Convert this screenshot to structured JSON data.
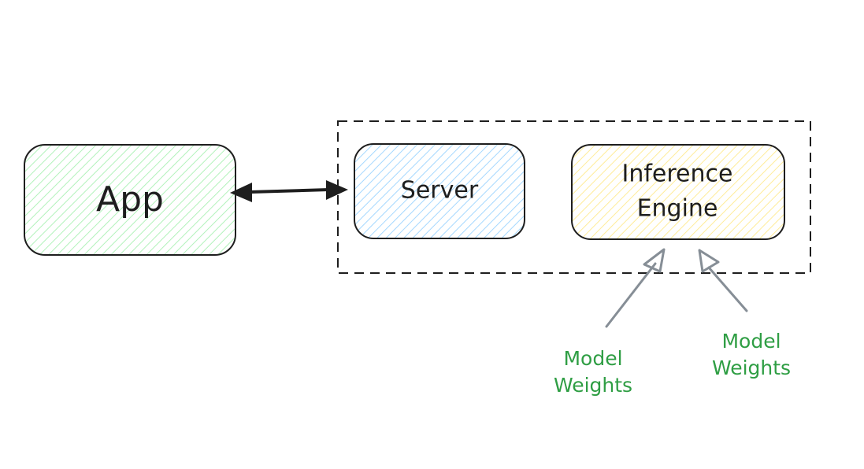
{
  "diagram": {
    "nodes": {
      "app": {
        "label": "App",
        "fill": "#b2f2bb"
      },
      "server": {
        "label": "Server",
        "fill": "#a5d8ff"
      },
      "engine": {
        "label_line1": "Inference",
        "label_line2": "Engine",
        "fill": "#ffec99"
      }
    },
    "notes": {
      "left": {
        "line1": "Model",
        "line2": "Weights"
      },
      "right": {
        "line1": "Model",
        "line2": "Weights"
      }
    },
    "colors": {
      "stroke": "#1e1e1e",
      "note_text": "#2f9e44",
      "weights_arrow": "#868e96"
    },
    "edges": [
      {
        "from": "app",
        "to": "server",
        "direction": "both"
      },
      {
        "from": "notes.left",
        "to": "engine",
        "direction": "forward"
      },
      {
        "from": "notes.right",
        "to": "engine",
        "direction": "forward"
      }
    ]
  }
}
